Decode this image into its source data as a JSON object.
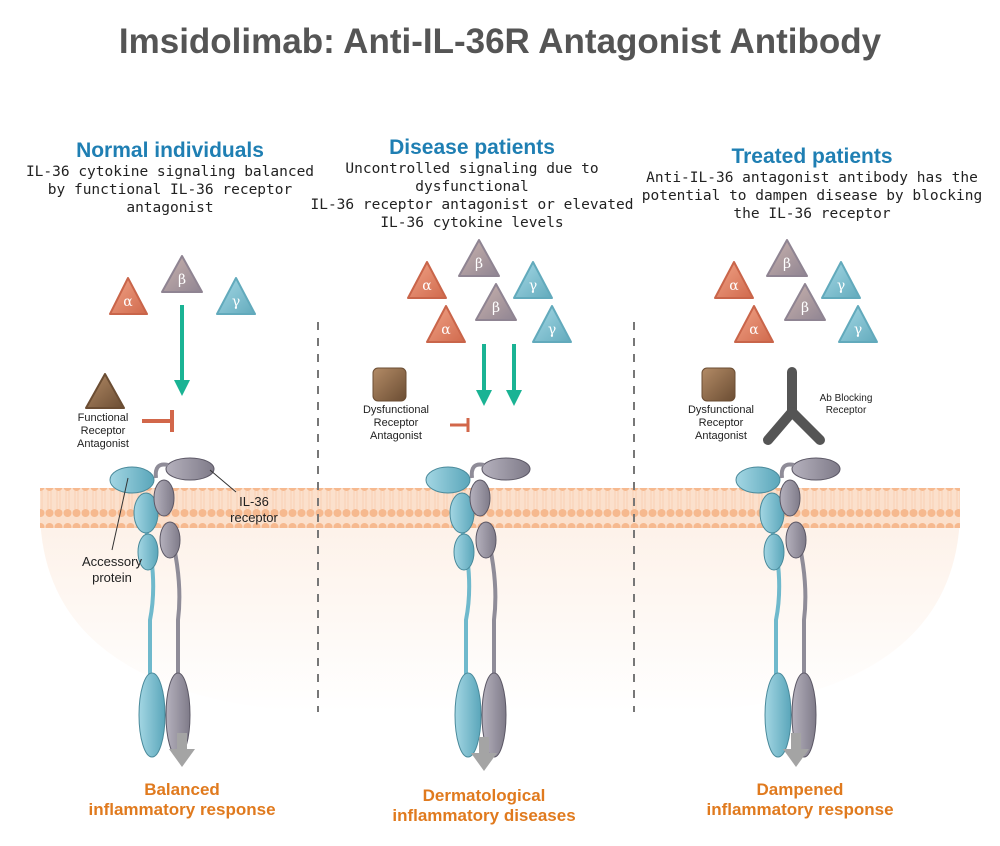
{
  "title": "Imsidolimab: Anti-IL-36R Antagonist Antibody",
  "cytokines": {
    "alpha": "α",
    "beta": "β",
    "gamma": "γ"
  },
  "colors": {
    "title": "#555555",
    "panel_title": "#1f7fb3",
    "outcome": "#e07a1e",
    "arrow": "#1ab394",
    "inhibitor": "#d2674a",
    "receptor": "#8f8c98",
    "accessory": "#6fb9cc",
    "membrane": "#f8c4a0"
  },
  "panels": {
    "normal": {
      "title": "Normal individuals",
      "desc": [
        "IL-36 cytokine signaling balanced",
        "by functional IL-36 receptor",
        "antagonist"
      ],
      "antagonist_label": [
        "Functional",
        "Receptor",
        "Antagonist"
      ],
      "receptor_label": [
        "IL-36",
        "receptor"
      ],
      "accessory_label": [
        "Accessory",
        "protein"
      ],
      "outcome": [
        "Balanced",
        "inflammatory response"
      ]
    },
    "disease": {
      "title": "Disease patients",
      "desc": [
        "Uncontrolled signaling due to",
        "dysfunctional",
        "IL-36 receptor antagonist or elevated",
        "IL-36 cytokine levels"
      ],
      "antagonist_label": [
        "Dysfunctional",
        "Receptor",
        "Antagonist"
      ],
      "outcome": [
        "Dermatological",
        "inflammatory diseases"
      ]
    },
    "treated": {
      "title": "Treated patients",
      "desc": [
        "Anti-IL-36 antagonist antibody has the",
        "potential to dampen disease by blocking",
        "the IL-36 receptor"
      ],
      "antagonist_label": [
        "Dysfunctional",
        "Receptor",
        "Antagonist"
      ],
      "antibody_label": [
        "Ab Blocking",
        "Receptor"
      ],
      "outcome": [
        "Dampened",
        "inflammatory response"
      ]
    }
  }
}
